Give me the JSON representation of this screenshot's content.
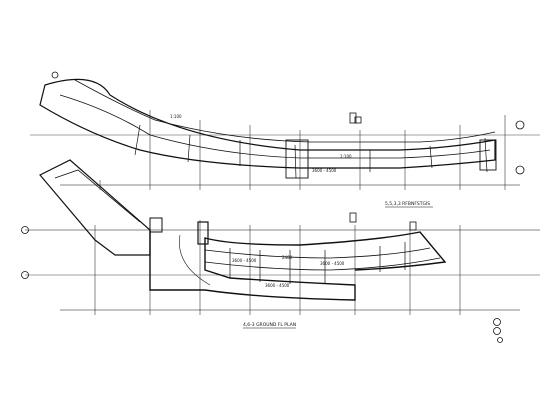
{
  "drawing": {
    "upper_plan_title": "5,5,3,3  RFBNFSTGIS",
    "lower_plan_title": "4,6-3  GROUND FL PLAN",
    "upper_room_labels": [
      "1:100",
      "3600 - 4500",
      "1:100"
    ],
    "lower_room_labels": [
      "3600 - 4500",
      "3600 - 4500",
      "3600 - 4500",
      "2400"
    ],
    "colors": {
      "line": "#111111",
      "paper": "#ffffff"
    }
  }
}
